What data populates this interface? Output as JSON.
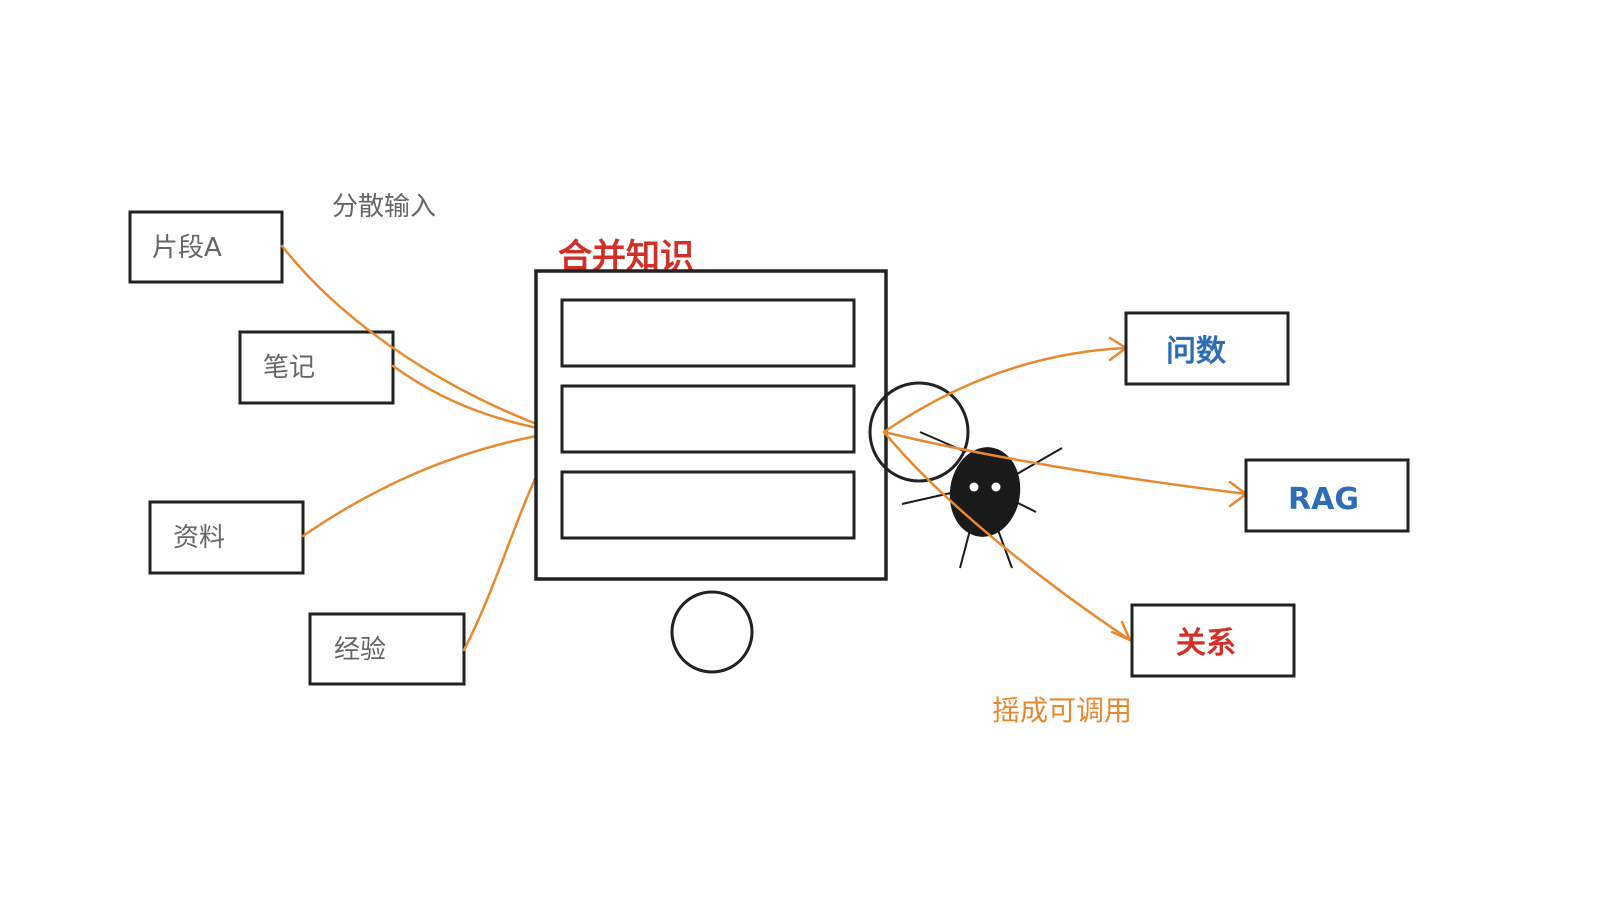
{
  "diagram": {
    "input_title": "分散输入",
    "inputs": [
      "片段A",
      "笔记",
      "资料",
      "经验"
    ],
    "center_title": "合并知识",
    "outputs": [
      {
        "label": "问数",
        "color": "#2d6db5"
      },
      {
        "label": "RAG",
        "color": "#2d6db5"
      },
      {
        "label": "关系",
        "color": "#d03027"
      }
    ],
    "output_caption": "摇成可调用",
    "colors": {
      "arrow": "#e8892f",
      "input_text": "#666666",
      "center_title": "#d03027",
      "stroke": "#222222",
      "creature": "#1a1a1a"
    },
    "icons": [
      "sketch-circle-icon",
      "wheel-icon",
      "bug-creature-icon"
    ]
  }
}
